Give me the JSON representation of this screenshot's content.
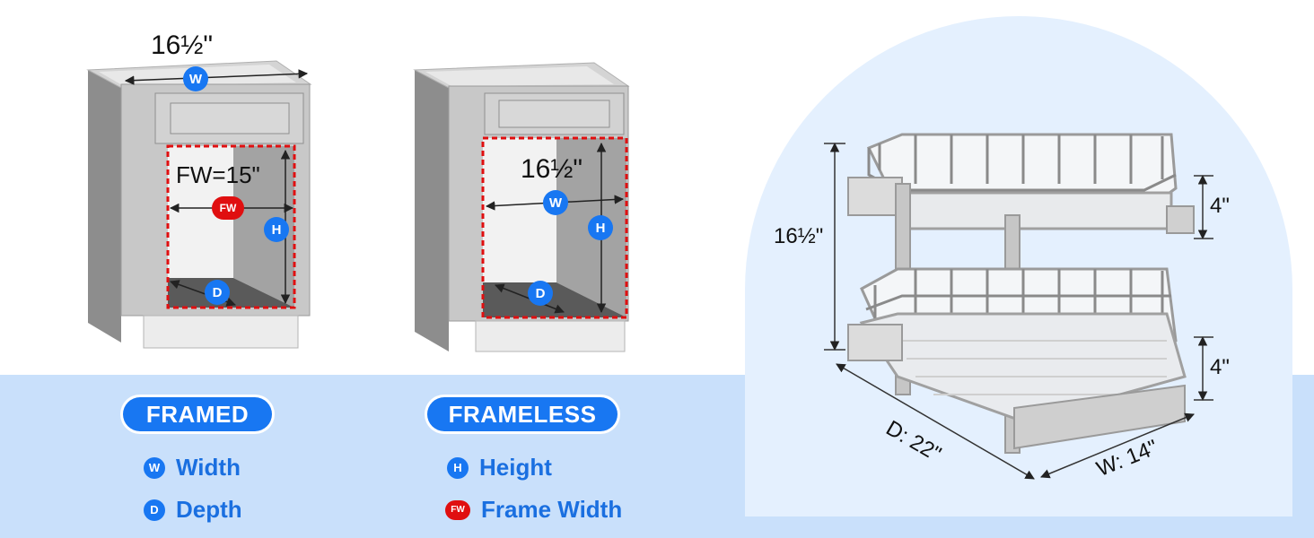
{
  "cabinets": {
    "framed": {
      "width_label": "16½\"",
      "frame_width_label": "FW=15\"",
      "badges": {
        "w": "W",
        "fw": "FW",
        "h": "H",
        "d": "D"
      }
    },
    "frameless": {
      "width_label": "16½\"",
      "badges": {
        "w": "W",
        "h": "H",
        "d": "D"
      }
    }
  },
  "titles": {
    "framed": "FRAMED",
    "frameless": "FRAMELESS"
  },
  "legend": {
    "width": {
      "badge": "W",
      "label": "Width"
    },
    "depth": {
      "badge": "D",
      "label": "Depth"
    },
    "height": {
      "badge": "H",
      "label": "Height"
    },
    "frame_width": {
      "badge": "FW",
      "label": "Frame Width"
    }
  },
  "organizer": {
    "height_label": "16½\"",
    "top_tier_label": "4\"",
    "bottom_tier_label": "4\"",
    "depth_label": "D: 22\"",
    "width_label": "W: 14\""
  },
  "colors": {
    "accent": "#1877f2",
    "frame_red": "#e00f10",
    "band": "#c9e0fb",
    "arch": "#e4f0fe"
  }
}
